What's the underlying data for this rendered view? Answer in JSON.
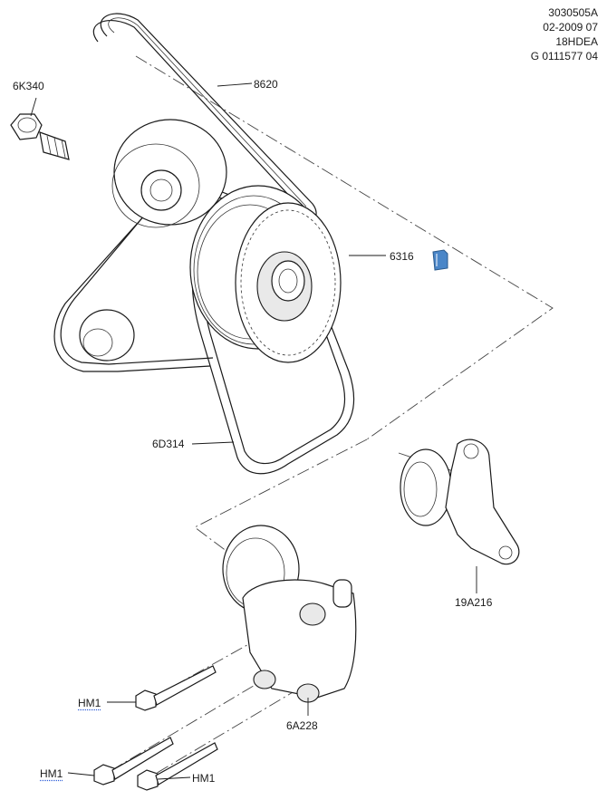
{
  "document_info": {
    "lines": [
      "3030505A",
      "02-2009 07",
      "18HDEA",
      "G 0111577 04"
    ]
  },
  "callouts": {
    "bolt_6k340": "6K340",
    "belt_8620": "8620",
    "pulley_6316": "6316",
    "belt_6d314": "6D314",
    "tensioner_19a216": "19A216",
    "tensioner_6a228": "6A228",
    "hm1_a": "HM1",
    "hm1_b": "HM1",
    "hm1_c": "HM1"
  },
  "colors": {
    "line": "#1a1a1a",
    "marker_icon": "#4a86c8"
  },
  "icons": {
    "marker": "blue-marker-icon"
  }
}
